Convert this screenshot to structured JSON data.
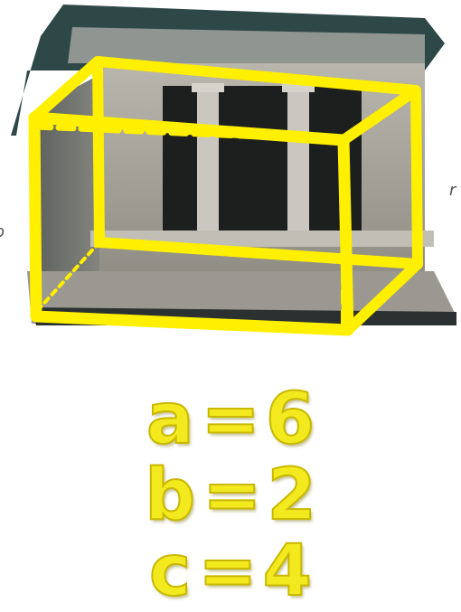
{
  "edge_fragments": {
    "left": "o",
    "right": "r"
  },
  "dimensions": [
    {
      "variable": "a",
      "value": "6"
    },
    {
      "variable": "b",
      "value": "2"
    },
    {
      "variable": "c",
      "value": "4"
    }
  ],
  "equals_sign": "=",
  "colors": {
    "overlay": "#ffef00",
    "label_fill": "#f2ea1e",
    "stone": "#a6a39a",
    "roof": "#2f4a4a"
  }
}
